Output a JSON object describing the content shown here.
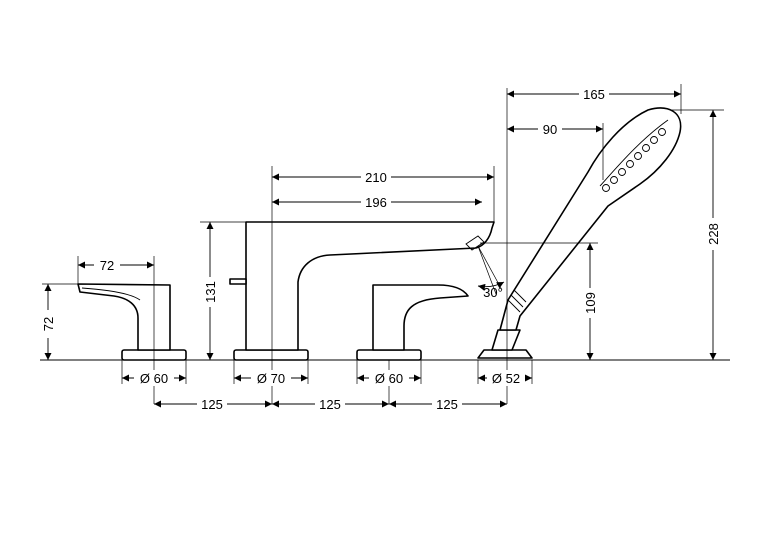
{
  "labels": {
    "d165": "165",
    "d90": "90",
    "d210": "210",
    "d196": "196",
    "d228": "228",
    "d131": "131",
    "d109": "109",
    "d72w": "72",
    "d72h": "72",
    "d30": "30°",
    "dia60a": "Ø 60",
    "dia70": "Ø 70",
    "dia60b": "Ø 60",
    "dia52": "Ø 52",
    "s125a": "125",
    "s125b": "125",
    "s125c": "125"
  },
  "colors": {
    "ink": "#000000",
    "paper": "#ffffff"
  }
}
